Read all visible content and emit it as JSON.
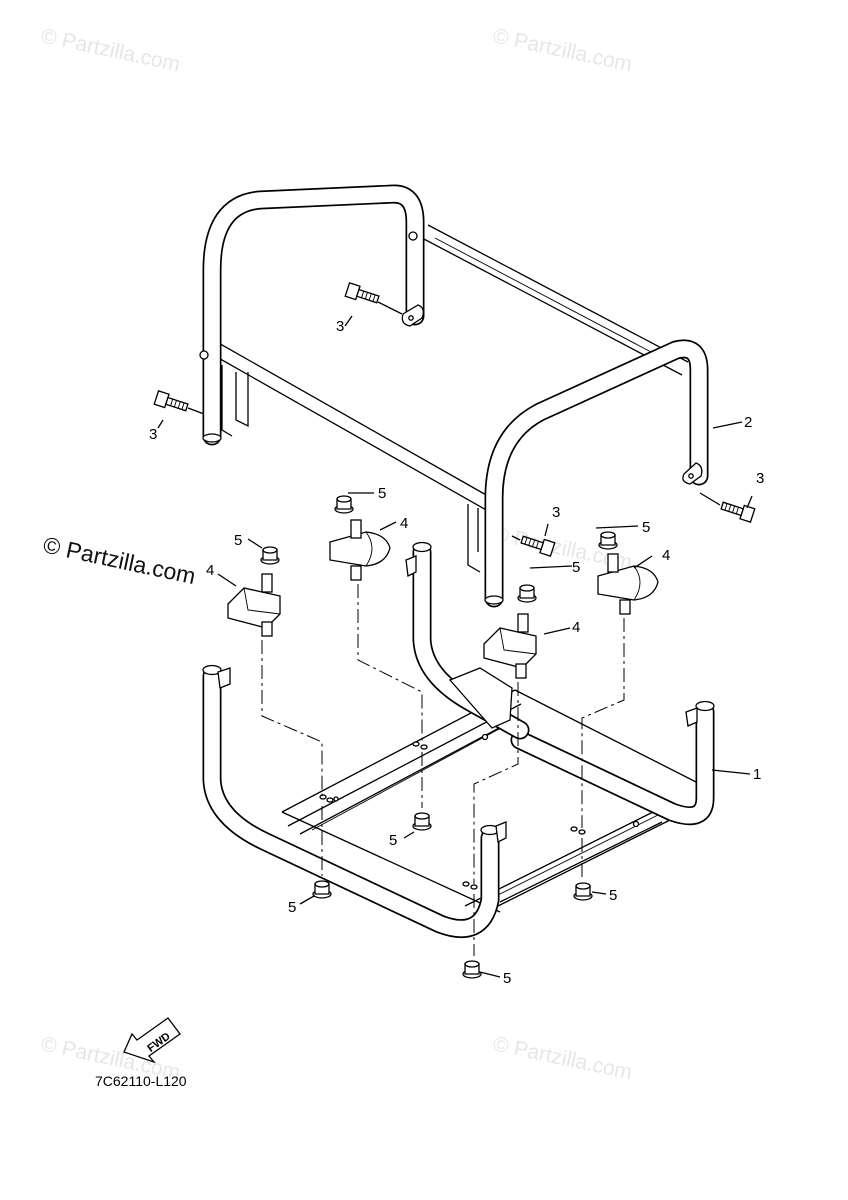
{
  "watermarks": {
    "text": "© Partzilla.com",
    "featured": "© Partzilla.com"
  },
  "callouts": {
    "frame": "1",
    "handle": "2",
    "bolt": "3",
    "damper": "4",
    "nut": "5"
  },
  "fwd_label": "FWD",
  "drawing_code": "7C62110-L120"
}
